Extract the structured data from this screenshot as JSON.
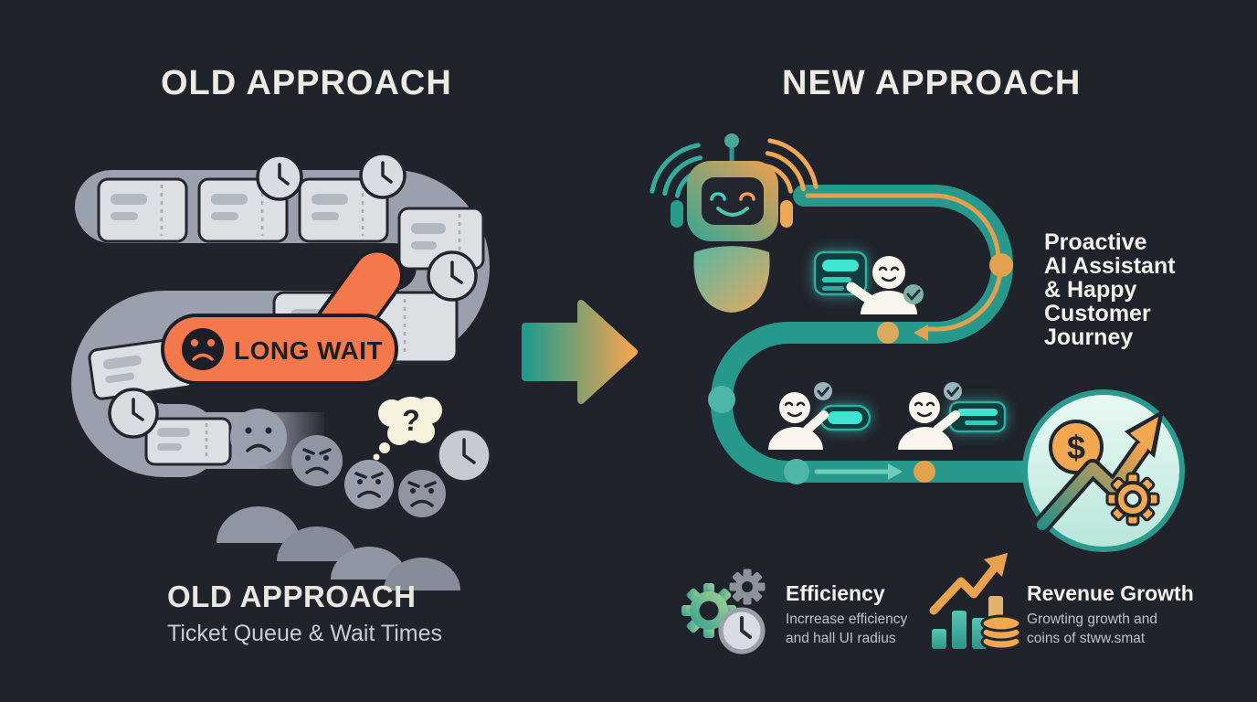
{
  "old_section": {
    "title": "OLD APPROACH",
    "badge": {
      "label": "LONG WAIT"
    },
    "thought_bubble": {
      "symbol": "?"
    },
    "caption": {
      "title": "OLD APPROACH",
      "subtitle": "Ticket Queue & Wait Times"
    }
  },
  "new_section": {
    "title": "NEW APPROACH",
    "journey_text": {
      "lines": [
        "Proactive",
        "AI Assistant",
        "& Happy",
        "Customer",
        "Journey"
      ]
    },
    "money_badge": {
      "currency_symbol": "$"
    },
    "features": [
      {
        "title": "Efficiency",
        "description_line1": "Incrrease efficiency",
        "description_line2": "and hall UI radius"
      },
      {
        "title": "Revenue Growth",
        "description_line1": "Growting growth and",
        "description_line2": "coins of stww.smat"
      }
    ]
  },
  "colors": {
    "background": "#20232c",
    "heading_text": "#edebe4",
    "old_path_gray": "#9ba1ac",
    "ticket_fill": "#dcdfe3",
    "badge_orange": "#f3794c",
    "outline_dark": "#23262e",
    "teal_path": "#27988c",
    "accent_orange": "#e8a24e",
    "bubble_glow_teal": "#3ee6d2",
    "person_white": "#f7f5ec",
    "mint_badge": "#cdeee4",
    "subtext_gray": "#bdc2c9",
    "thought_bubble_cream": "#f6f1dc"
  }
}
